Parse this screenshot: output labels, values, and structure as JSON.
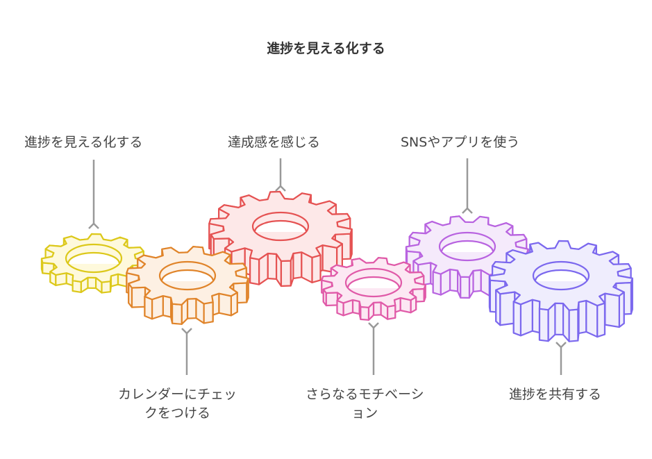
{
  "title": "進捗を見える化する",
  "labels": {
    "top1": "進捗を見える化する",
    "top2": "達成感を感じる",
    "top3": "SNSやアプリを使う",
    "bottom1_line1": "カレンダーにチェッ",
    "bottom1_line2": "クをつける",
    "bottom2_line1": "さらなるモチベーシ",
    "bottom2_line2": "ョン",
    "bottom3": "進捗を共有する"
  },
  "gears": [
    {
      "name": "yellow",
      "stroke": "#dcc81a",
      "fill": "#fef9dc"
    },
    {
      "name": "red",
      "stroke": "#e55252",
      "fill": "#fde8e8"
    },
    {
      "name": "orange",
      "stroke": "#e0842a",
      "fill": "#fdf0e3"
    },
    {
      "name": "purple",
      "stroke": "#b863e0",
      "fill": "#f5eafb"
    },
    {
      "name": "pink",
      "stroke": "#e05aa8",
      "fill": "#fce8f3"
    },
    {
      "name": "violet",
      "stroke": "#7b68ee",
      "fill": "#efedfd"
    }
  ],
  "arrow_color": "#999999"
}
